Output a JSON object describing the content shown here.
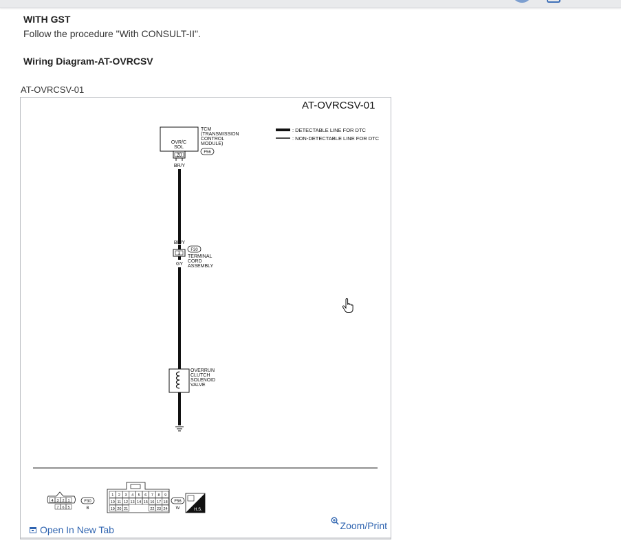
{
  "header": {
    "icons": [
      "user-avatar-icon",
      "document-search-icon"
    ]
  },
  "section1": {
    "title": "WITH GST",
    "body": "Follow the procedure \"With CONSULT-II\"."
  },
  "section2": {
    "title": "Wiring Diagram-AT-OVRCSV"
  },
  "figure": {
    "label": "AT-OVRCSV-01",
    "code": "AT-OVRCSV-01",
    "legend": {
      "detectable": ": DETECTABLE LINE FOR DTC",
      "non_detectable": ": NON-DETECTABLE LINE FOR DTC"
    },
    "tcm": {
      "box_label_line1": "OVR/C",
      "box_label_line2": "SOL",
      "pin": "20",
      "name_lines": [
        "TCM",
        "(TRANSMISSION",
        "CONTROL",
        "MODULE)"
      ],
      "connector": "F56"
    },
    "wire_color_top": "BR/Y",
    "terminal": {
      "wire_color_in": "BR/Y",
      "pin": "3",
      "wire_color_out": "GY",
      "connector": "F30",
      "name_lines": [
        "TERMINAL",
        "CORD",
        "ASSEMBLY"
      ]
    },
    "solenoid": {
      "name_lines": [
        "OVERRUN",
        "CLUTCH",
        "SOLENOID",
        "VALVE"
      ]
    },
    "connectors": {
      "f30": {
        "id": "F30",
        "color": "B",
        "pins": [
          "4",
          "3",
          "2",
          "1",
          "7",
          "6",
          "5"
        ]
      },
      "f56": {
        "id": "F56",
        "color": "W",
        "pins_row1": [
          "1",
          "2",
          "3",
          "4",
          "5",
          "6",
          "7",
          "8",
          "9"
        ],
        "pins_row2": [
          "10",
          "11",
          "12",
          "13",
          "14",
          "15",
          "16",
          "17",
          "18"
        ],
        "pins_row3": [
          "19",
          "20",
          "21",
          "22",
          "23",
          "24"
        ]
      },
      "hs_badge": "H.S."
    },
    "open_new_tab_label": "Open In New Tab",
    "zoom_print_label": "Zoom/Print"
  },
  "colors": {
    "link": "#2f64b0",
    "wire": "#111111"
  }
}
